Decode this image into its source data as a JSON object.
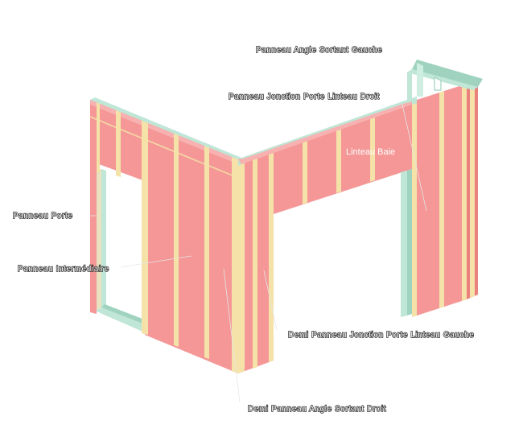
{
  "colors": {
    "panel": "#f49796",
    "panel_dark": "#e9817f",
    "stud": "#f4e2a8",
    "frame": "#bfe6d6",
    "frame_dark": "#9fd3bf",
    "leader": "#e6e6e6"
  },
  "labels": {
    "top_right": "Panneau Angle Sortant Gauche",
    "lintel_right": "Panneau Jonction Porte Linteau Droit",
    "linteau_baie": "Linteau Baie",
    "left_door": "Panneau Porte",
    "left_mid": "Panneau Intermédiaire",
    "bottom_right": "Demi Panneau Jonction Porte Linteau Gauche",
    "bottom": "Demi Panneau Angle Sortant Droit"
  }
}
